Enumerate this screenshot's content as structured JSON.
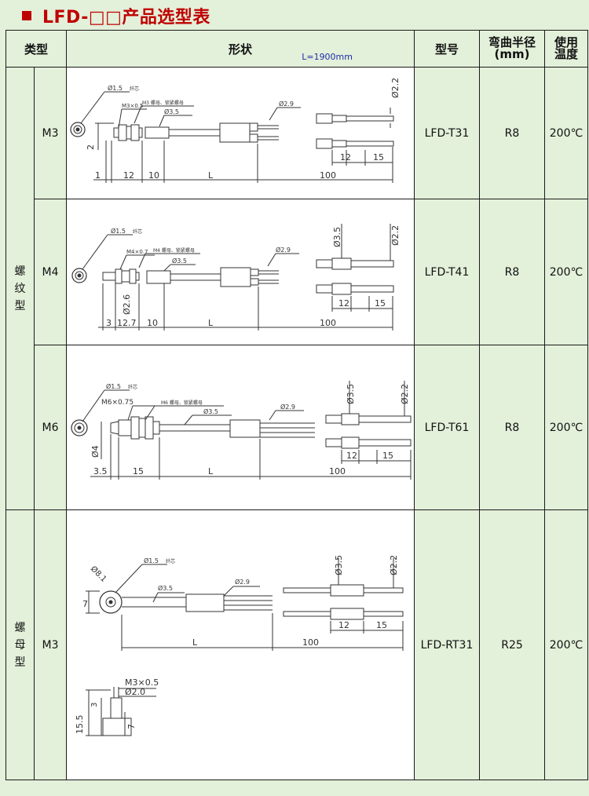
{
  "header": {
    "title": "LFD-□□产品选型表"
  },
  "table": {
    "columns": {
      "type": "类型",
      "shape": "形状",
      "shape_note": "L=1900mm",
      "model": "型号",
      "bend_radius_line1": "弯曲半径",
      "bend_radius_line2": "(mm)",
      "temp_line1": "使用",
      "temp_line2": "温度"
    },
    "groups": [
      {
        "name_chars": [
          "螺",
          "纹",
          "型"
        ]
      },
      {
        "name_chars": [
          "螺",
          "母",
          "型"
        ]
      }
    ],
    "rows": [
      {
        "size": "M3",
        "model": "LFD-T31",
        "radius": "R8",
        "temp": "200℃"
      },
      {
        "size": "M4",
        "model": "LFD-T41",
        "radius": "R8",
        "temp": "200℃"
      },
      {
        "size": "M6",
        "model": "LFD-T61",
        "radius": "R8",
        "temp": "200℃"
      },
      {
        "size": "M3",
        "model": "LFD-RT31",
        "radius": "R25",
        "temp": "200℃"
      }
    ]
  },
  "drawings": {
    "t31": {
      "d_fiber": "Ø1.5",
      "d_fiber_note": "纤芯",
      "thread": "M3×0.5",
      "nut_note": "M3 螺母、锁紧螺母",
      "d_sleeve": "Ø3.5",
      "d_cable": "Ø2.9",
      "d_tip": "Ø2.2",
      "dim_height": "2",
      "dims": [
        "1",
        "12",
        "10",
        "L",
        "100",
        "12",
        "15"
      ]
    },
    "t41": {
      "d_fiber": "Ø1.5",
      "d_fiber_note": "纤芯",
      "thread": "M4×0.7",
      "nut_note": "M4 螺母、锁紧螺母",
      "d_sleeve": "Ø3.5",
      "d_cable": "Ø2.9",
      "d_tip": "Ø2.2",
      "d_tip2": "Ø3.5",
      "dim_height": "Ø2.6",
      "dims": [
        "3",
        "12.7",
        "10",
        "L",
        "100",
        "12",
        "15"
      ]
    },
    "t61": {
      "d_fiber": "Ø1.5",
      "d_fiber_note": "纤芯",
      "thread": "M6×0.75",
      "nut_note": "M6 螺母、锁紧螺母",
      "d_sleeve": "Ø3.5",
      "d_cable": "Ø2.9",
      "d_tip": "Ø2.2",
      "d_tip2": "Ø3.5",
      "dim_height": "Ø4",
      "dims": [
        "3.5",
        "15",
        "L",
        "100",
        "12",
        "15"
      ]
    },
    "rt31": {
      "d_fiber": "Ø1.5",
      "d_fiber_note": "纤芯",
      "d_head": "Ø8.1",
      "d_sleeve": "Ø3.5",
      "d_cable": "Ø2.9",
      "d_tip": "Ø2.2",
      "d_tip2": "Ø3.5",
      "dim_height": "7",
      "dims": [
        "L",
        "100",
        "12",
        "15"
      ],
      "detail_thread": "M3×0.5",
      "detail_d": "Ø2.0",
      "detail_dims": [
        "3",
        "15.5",
        "7"
      ]
    }
  },
  "colors": {
    "background": "#e3f0da",
    "title": "#c00000",
    "note": "#1f2fa8",
    "drawing_bg": "#ffffff"
  }
}
